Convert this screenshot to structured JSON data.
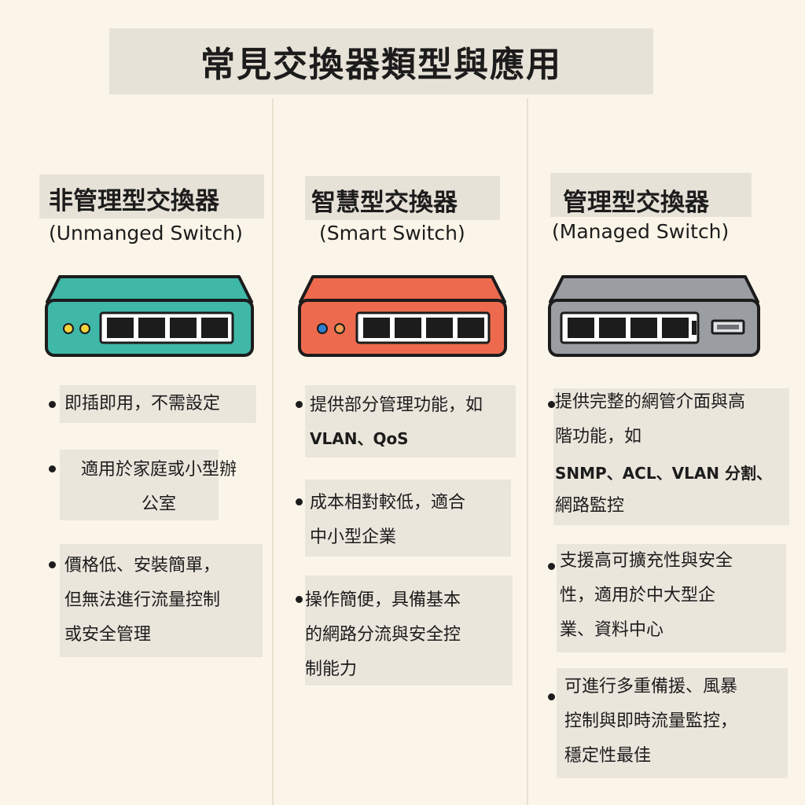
{
  "title": "常見交換器類型與應用",
  "columns": [
    {
      "name": "非管理型交換器",
      "english": "(Unmanged Switch)",
      "body_color": "#3fb8a8",
      "led_colors": [
        "#f2d33c",
        "#f2d33c"
      ],
      "bullets": [
        "即插即用，不需設定",
        "適用於家庭或小型辦\n公室",
        "價格低、安裝簡單，\n但無法進行流量控制\n或安全管理"
      ]
    },
    {
      "name": "智慧型交換器",
      "english": "(Smart Switch)",
      "body_color": "#ee6a4e",
      "led_colors": [
        "#2f7fd1",
        "#f29a55"
      ],
      "bullets": [
        "提供部分管理功能，如",
        "VLAN、QoS",
        "成本相對較低，適合\n中小型企業",
        "操作簡便，具備基本\n的網路分流與安全控\n制能力"
      ]
    },
    {
      "name": "管理型交換器",
      "english": "(Managed Switch)",
      "body_color": "#9a9ea3",
      "led_colors": [],
      "bullets": [
        "提供完整的網管介面與高\n階功能，如",
        "SNMP、ACL、VLAN 分割、",
        "網路監控",
        "支援高可擴充性與安全\n性，適用於中大型企\n業、資料中心",
        "可進行多重備援、風暴\n控制與即時流量監控，\n穩定性最佳"
      ]
    }
  ]
}
